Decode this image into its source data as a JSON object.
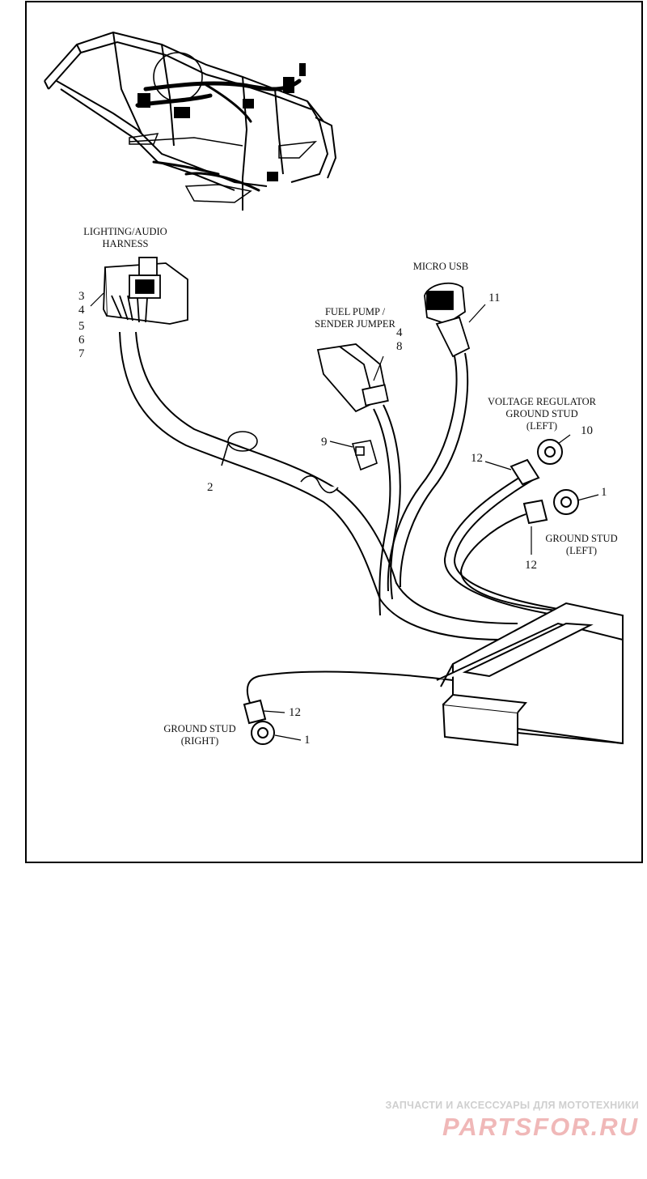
{
  "labels": {
    "lighting_audio_harness": [
      "LIGHTING/AUDIO",
      "HARNESS"
    ],
    "micro_usb": "MICRO USB",
    "fuel_pump_sender_jumper": [
      "FUEL PUMP /",
      "SENDER JUMPER"
    ],
    "voltage_regulator_ground_stud": [
      "VOLTAGE REGULATOR",
      "GROUND STUD",
      "(LEFT)"
    ],
    "ground_stud_left": [
      "GROUND STUD",
      "(LEFT)"
    ],
    "ground_stud_right": [
      "GROUND STUD",
      "(RIGHT)"
    ]
  },
  "callouts": {
    "harness_numbers": [
      "3",
      "4",
      "5",
      "6",
      "7"
    ],
    "fuel_pump_numbers": [
      "4",
      "8"
    ],
    "cable_tie": "2",
    "connector_clip": "9",
    "micro_usb": "11",
    "voltage_regulator_terminal": "10",
    "voltage_regulator_sleeve": "12",
    "ground_stud_left_terminal": "1",
    "ground_stud_left_sleeve": "12",
    "ground_stud_right_sleeve": "12",
    "ground_stud_right_terminal": "1"
  },
  "watermark": {
    "tagline": "ЗАПЧАСТИ И АКСЕССУАРЫ ДЛЯ МОТОТЕХНИКИ",
    "logo": "PARTSFOR.RU"
  }
}
